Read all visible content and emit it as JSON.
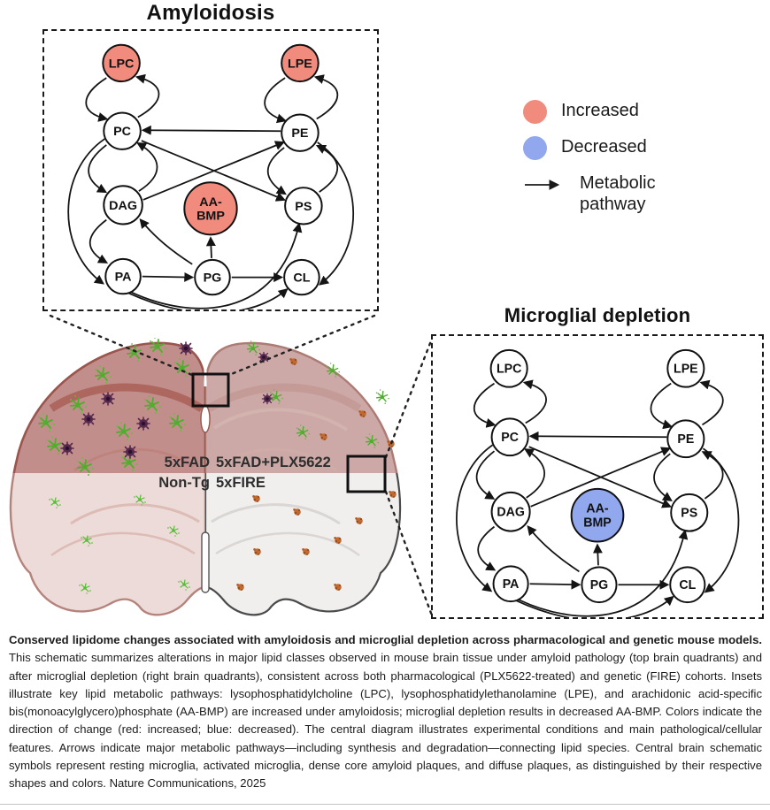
{
  "figure": {
    "title_left_inset": "Amyloidosis",
    "title_right_inset": "Microglial depletion",
    "legend": {
      "increased_label": "Increased",
      "decreased_label": "Decreased",
      "pathway_label": "Metabolic pathway",
      "increased_color": "#f18b7d",
      "decreased_color": "#91a7ee"
    },
    "pathway": {
      "node_labels": {
        "LPC": [
          "LPC"
        ],
        "LPE": [
          "LPE"
        ],
        "PC": [
          "PC"
        ],
        "PE": [
          "PE"
        ],
        "DAG": [
          "DAG"
        ],
        "AA-BMP": [
          "AA-",
          "BMP"
        ],
        "PS": [
          "PS"
        ],
        "PA": [
          "PA"
        ],
        "PG": [
          "PG"
        ],
        "CL": [
          "CL"
        ]
      },
      "insets": [
        {
          "name": "amyloidosis",
          "highlight": {
            "LPC": "increased",
            "LPE": "increased",
            "AA-BMP": "increased"
          }
        },
        {
          "name": "microglial-depletion",
          "highlight": {
            "AA-BMP": "decreased"
          }
        }
      ]
    },
    "brain": {
      "top_left_label": "5xFAD",
      "top_right_label": "5xFAD+PLX5622",
      "bottom_left_label": "Non-Tg",
      "bottom_right_label": "5xFIRE"
    }
  },
  "caption": {
    "bold_lead": "Conserved lipidome changes associated with amyloidosis and microglial depletion across pharmacological and genetic mouse models.",
    "body": " This schematic summarizes alterations in major lipid classes observed in mouse brain tissue under amyloid pathology (top brain quadrants) and after microglial depletion (right brain quadrants), consistent across both pharmacological (PLX5622-treated) and genetic (FIRE) cohorts. Insets illustrate key lipid metabolic pathways: lysophosphatidylcholine (LPC), lysophosphatidylethanolamine (LPE), and arachidonic acid-specific bis(monoacylglycero)phosphate (AA-BMP) are increased under amyloidosis; microglial depletion results in decreased AA-BMP. Colors indicate the direction of change (red: increased; blue: decreased). The central diagram illustrates experimental conditions and main pathological/cellular features. Arrows indicate major metabolic pathways—including synthesis and degradation—connecting lipid species. Central brain schematic symbols represent resting microglia, activated microglia, dense core amyloid plaques, and diffuse plaques, as distinguished by their respective shapes and colors. ",
    "source": "Nature Communications, 2025"
  }
}
